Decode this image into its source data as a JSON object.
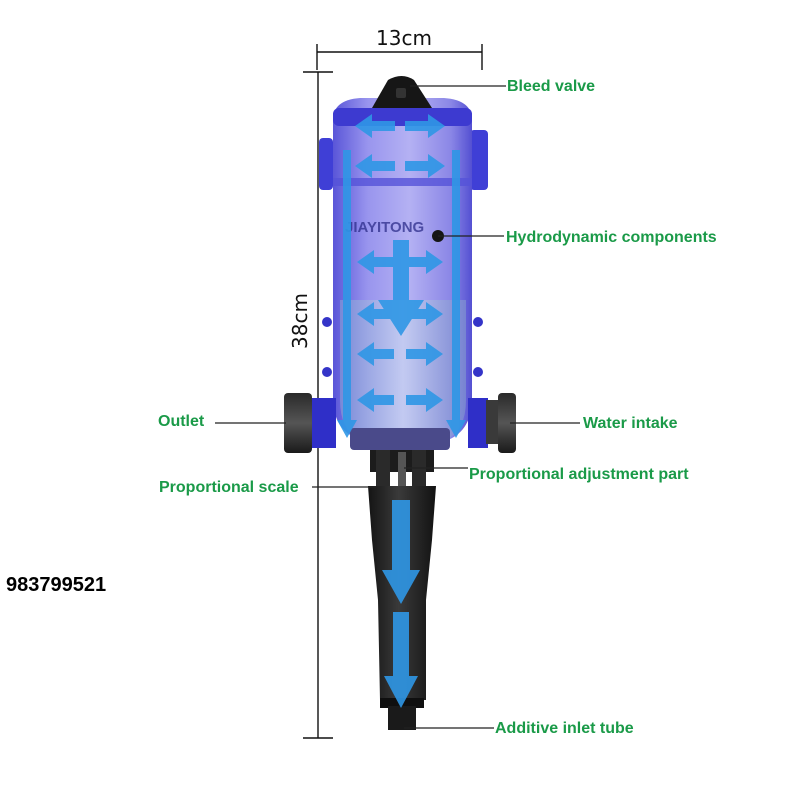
{
  "dimensions": {
    "width_label": "13cm",
    "height_label": "38cm"
  },
  "labels": {
    "bleed_valve": "Bleed valve",
    "hydrodynamic": "Hydrodynamic components",
    "outlet": "Outlet",
    "water_intake": "Water intake",
    "proportional_adjustment": "Proportional adjustment part",
    "proportional_scale": "Proportional scale",
    "additive_inlet": "Additive inlet tube"
  },
  "body_text": {
    "brand": "JIAYITONG",
    "code": "983799521"
  },
  "colors": {
    "label_green": "#1a9a48",
    "body_blue": "#8a86e8",
    "rim_blue": "#3f3fd6",
    "arrow_blue": "#2f97e6",
    "leader": "#222222"
  }
}
